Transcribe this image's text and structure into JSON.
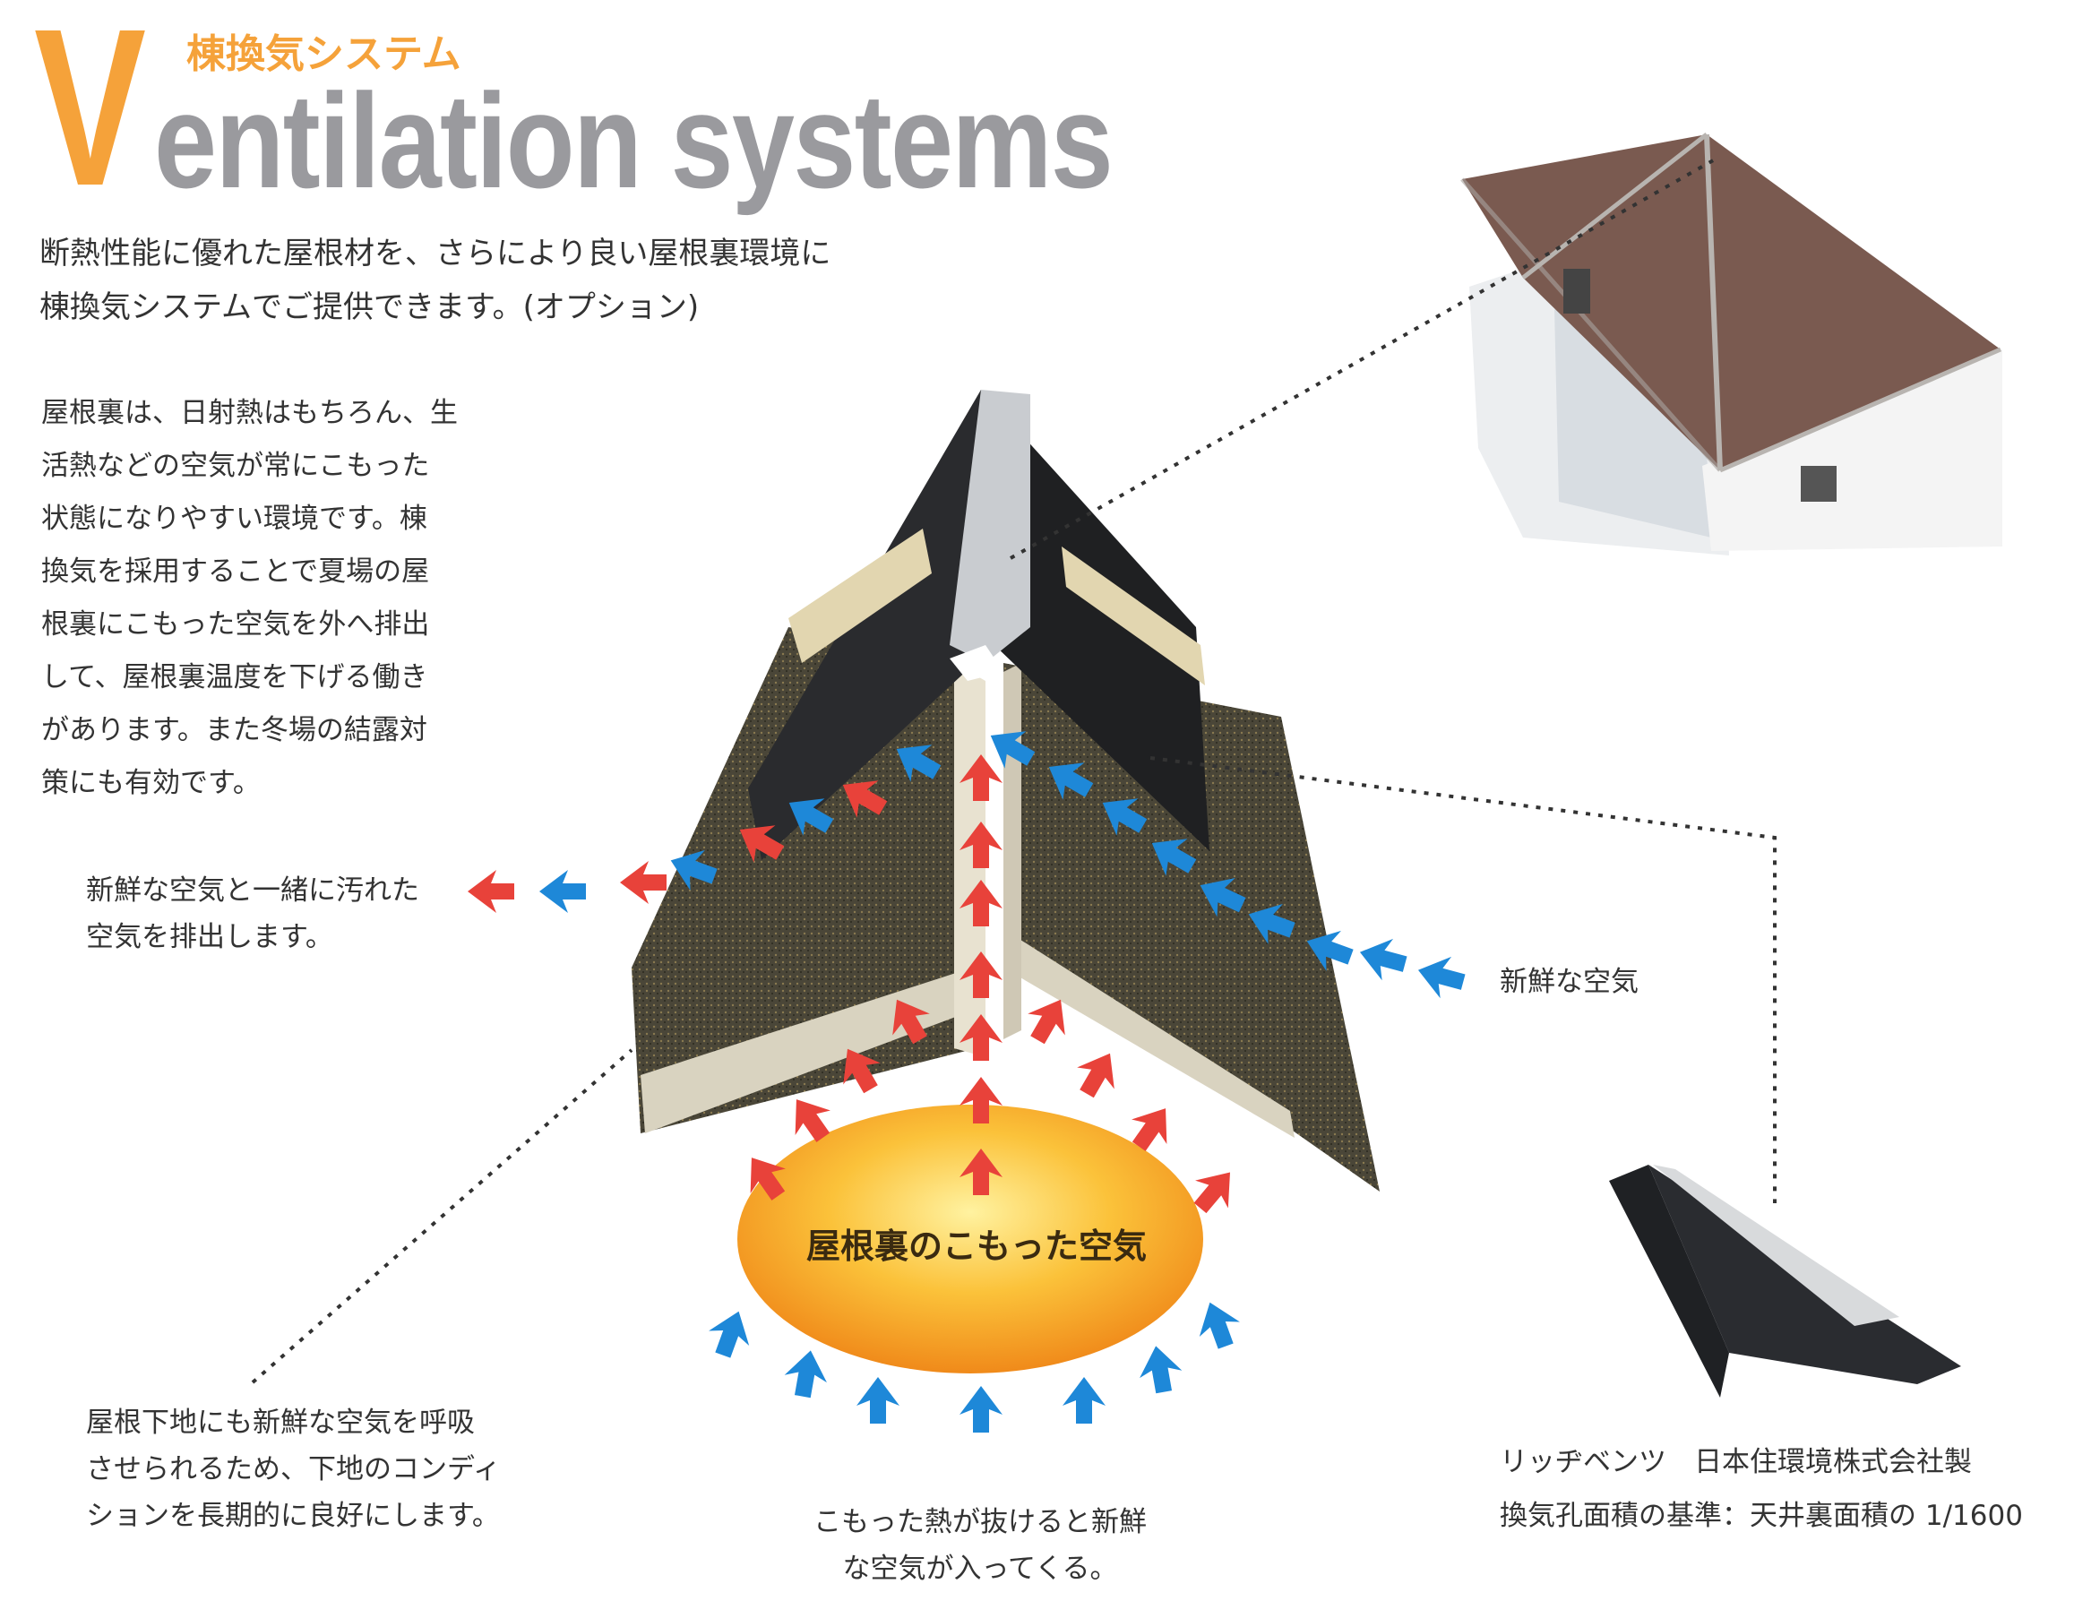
{
  "header": {
    "initial": "V",
    "title_jp": "棟換気システム",
    "title_en": "entilation systems"
  },
  "intro": [
    "断熱性能に優れた屋根材を、さらにより良い屋根裏環境に",
    "棟換気システムでご提供できます。(オプション)"
  ],
  "description": [
    "屋根裏は、日射熱はもちろん、生",
    "活熱などの空気が常にこもった",
    "状態になりやすい環境です。棟",
    "換気を採用することで夏場の屋",
    "根裏にこもった空気を外へ排出",
    "して、屋根裏温度を下げる働き",
    "があります。また冬場の結露対",
    "策にも有効です。"
  ],
  "labels": {
    "exhaust": [
      "新鮮な空気と一緒に汚れた",
      "空気を排出します。"
    ],
    "fresh_air": "新鮮な空気",
    "attic_air": "屋根裏のこもった空気",
    "substrate": [
      "屋根下地にも新鮮な空気を呼吸",
      "させられるため、下地のコンディ",
      "ションを長期的に良好にします。"
    ],
    "heat_escape": [
      "こもった熱が抜けると新鮮",
      "な空気が入ってくる。"
    ]
  },
  "product": {
    "name": "リッヂベンツ　日本住環境株式会社製",
    "standard": "換気孔面積の基準：天井裏面積の 1/1600"
  },
  "colors": {
    "accent": "#f5a23a",
    "title_gray": "#9a9a9e",
    "hot_arrow": "#e8423a",
    "cool_arrow": "#1e88d8"
  }
}
